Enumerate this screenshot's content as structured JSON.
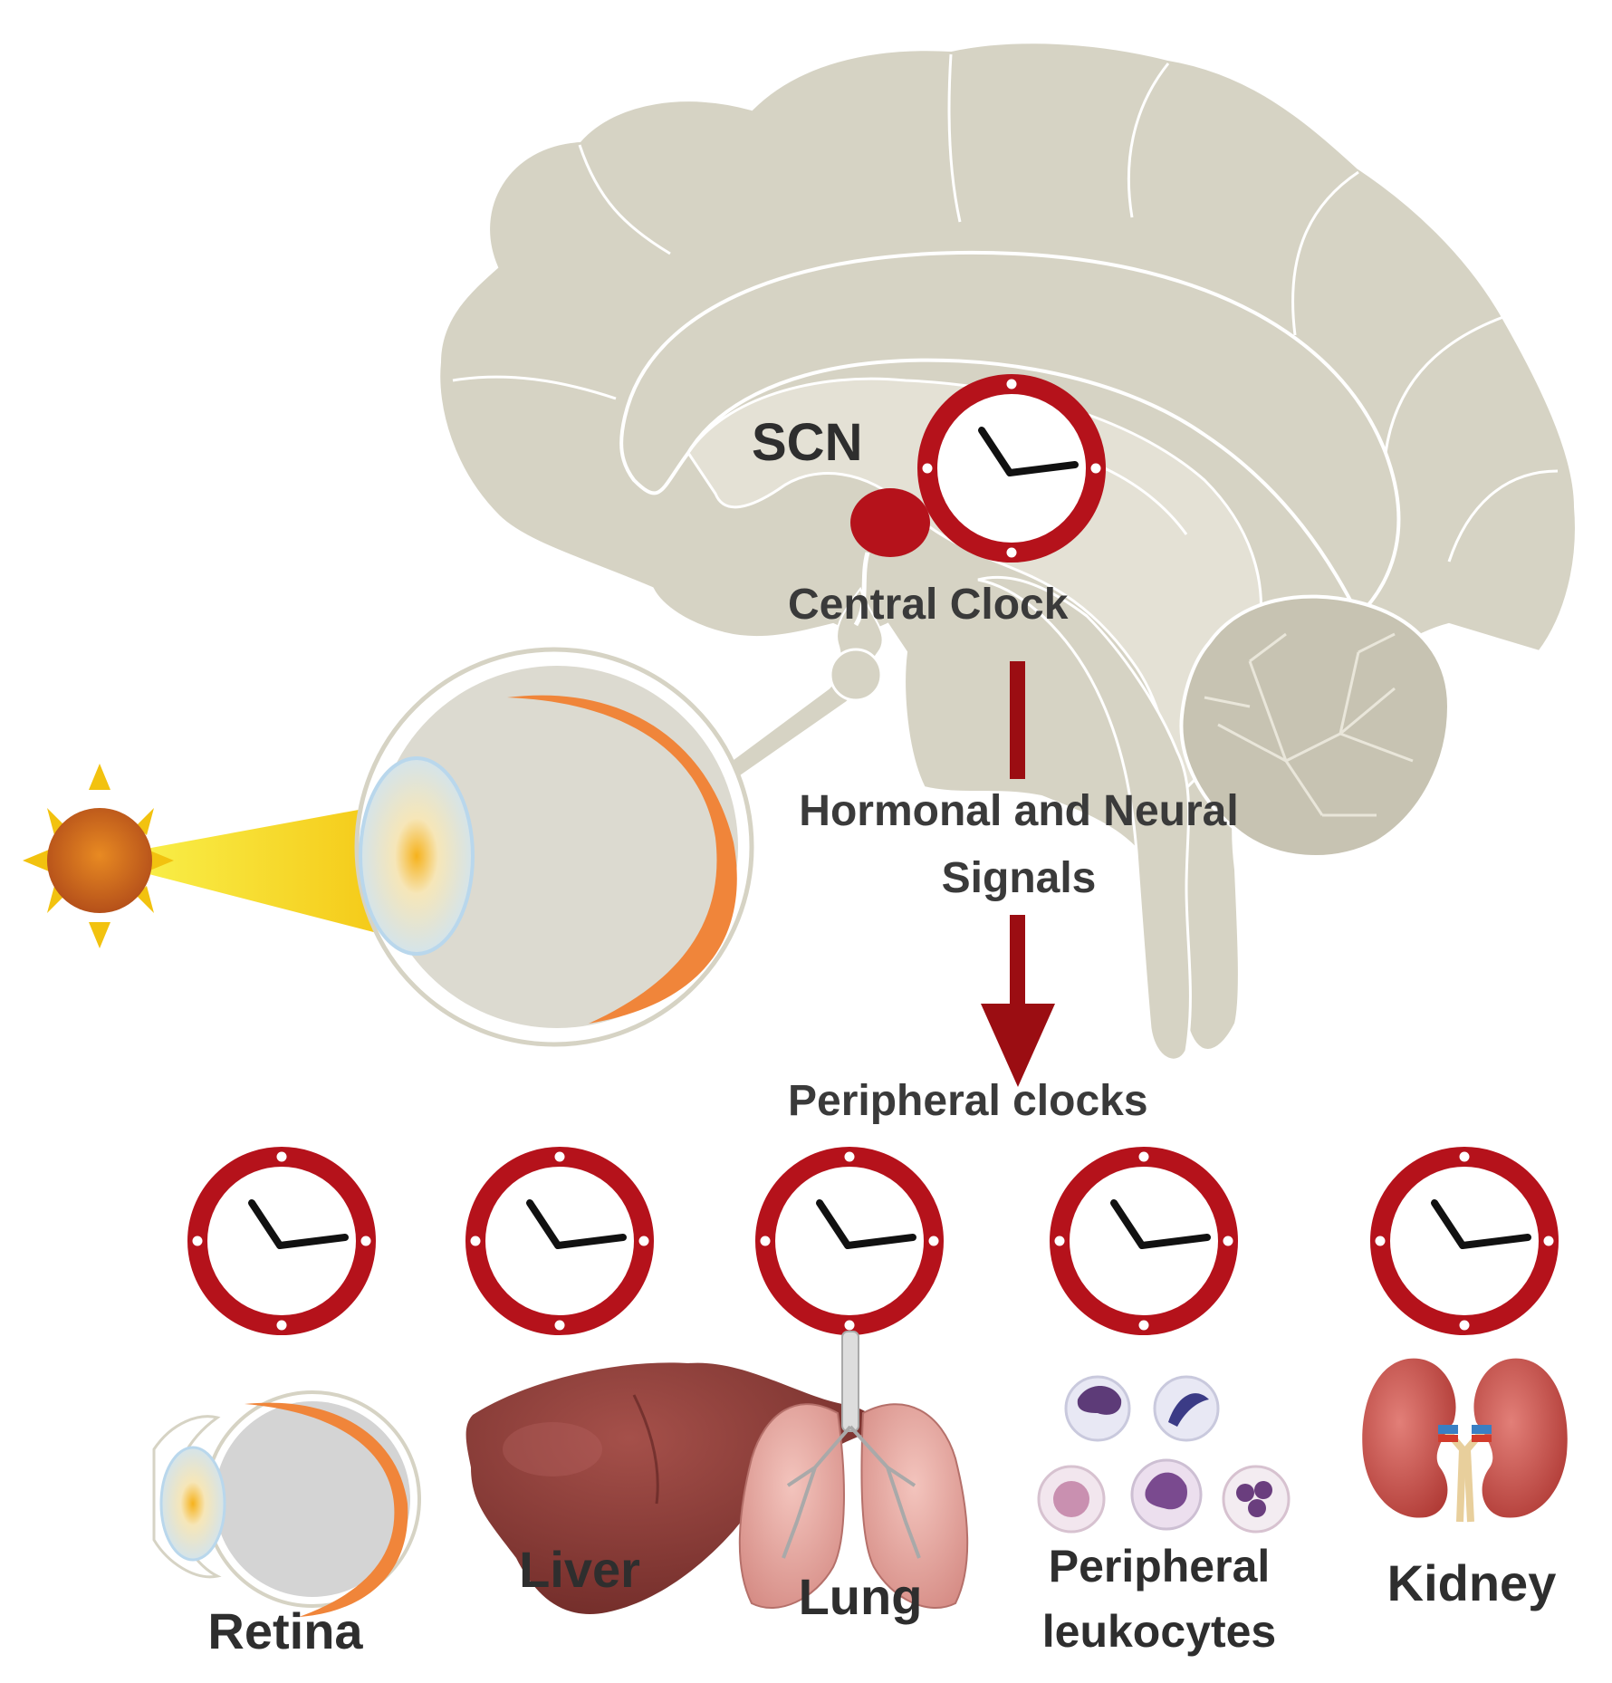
{
  "labels": {
    "scn": "SCN",
    "central_clock": "Central Clock",
    "signals_line1": "Hormonal and Neural",
    "signals_line2": "Signals",
    "peripheral_clocks": "Peripheral clocks"
  },
  "organs": [
    {
      "label": "Retina"
    },
    {
      "label": "Liver"
    },
    {
      "label": "Lung"
    },
    {
      "label_line1": "Peripheral",
      "label_line2": "leukocytes"
    },
    {
      "label": "Kidney"
    }
  ],
  "colors": {
    "clock_red": "#b5121b",
    "arrow_red": "#9b0d12",
    "brain_gray": "#d6d3c4",
    "brain_inner": "#e4e1d5",
    "sun_orange": "#d0701a",
    "sun_ray": "#f2c20f",
    "light_beam": "#f7e51a",
    "eye_orange": "#f0853a"
  },
  "icons": [
    "sun-icon",
    "eye-icon",
    "brain-icon",
    "clock-icon",
    "liver-icon",
    "lung-icon",
    "leukocytes-icon",
    "kidney-icon",
    "arrow-down-icon"
  ]
}
